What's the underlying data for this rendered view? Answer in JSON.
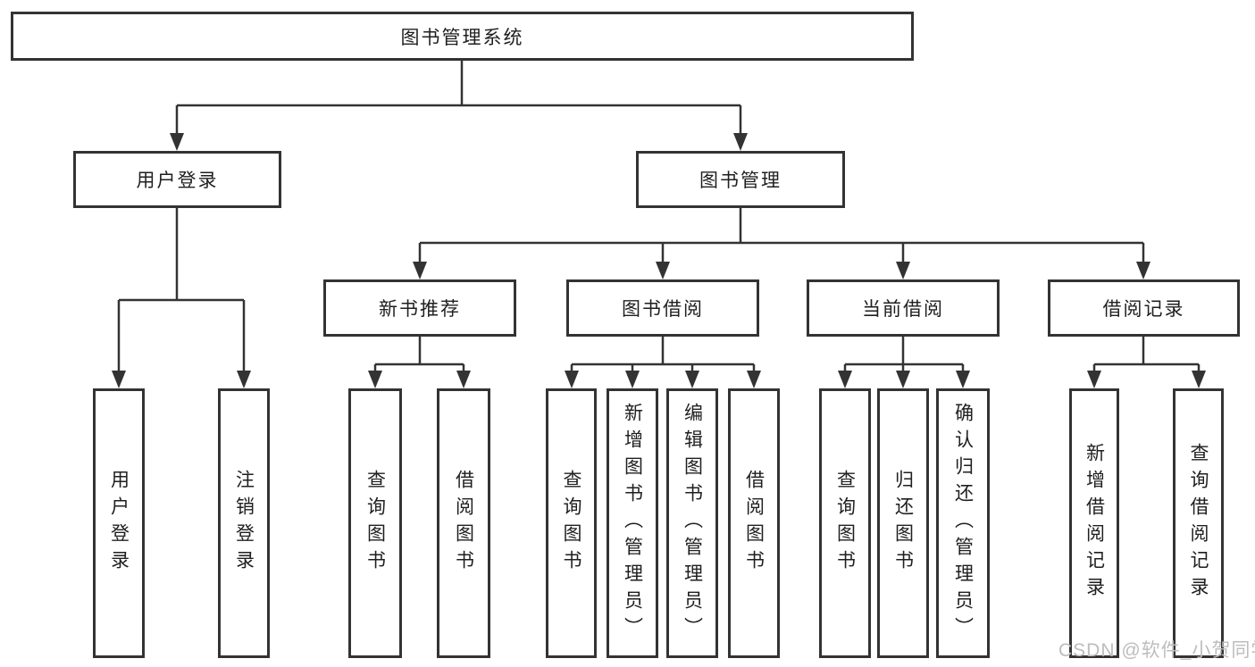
{
  "diagram": {
    "title_node": {
      "label": "图书管理系统"
    },
    "groups": [
      {
        "label": "用户登录",
        "children": [
          {
            "label": "用户登录"
          },
          {
            "label": "注销登录"
          }
        ]
      },
      {
        "label": "图书管理",
        "sections": [
          {
            "label": "新书推荐",
            "children": [
              {
                "label": "查询图书"
              },
              {
                "label": "借阅图书"
              }
            ]
          },
          {
            "label": "图书借阅",
            "children": [
              {
                "label": "查询图书"
              },
              {
                "label": "新增图书（管理员）"
              },
              {
                "label": "编辑图书（管理员）"
              },
              {
                "label": "借阅图书"
              }
            ]
          },
          {
            "label": "当前借阅",
            "children": [
              {
                "label": "查询图书"
              },
              {
                "label": "归还图书"
              },
              {
                "label": "确认归还（管理员）"
              }
            ]
          },
          {
            "label": "借阅记录",
            "children": [
              {
                "label": "新增借阅记录"
              },
              {
                "label": "查询借阅记录"
              }
            ]
          }
        ]
      }
    ]
  },
  "watermark": {
    "text": "CSDN @软件_小贺同学"
  },
  "colors": {
    "line": "#333333",
    "box_border": "#333333",
    "box_fill": "#ffffff",
    "text": "#1f1f1f",
    "watermark": "#bdbdbd",
    "background": "#ffffff"
  }
}
